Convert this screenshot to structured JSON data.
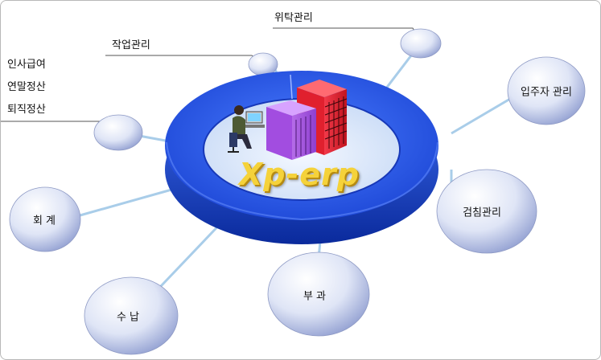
{
  "brand": "Xp-erp",
  "callouts": {
    "task": "작업관리",
    "consign": "위탁관리",
    "hr_lines": [
      "인사급여",
      "연말정산",
      "퇴직정산"
    ]
  },
  "nodes": {
    "resident": "입주자 관리",
    "meter": "검침관리",
    "billing": "부 과",
    "payment": "수 납",
    "accounting": "회 계"
  },
  "colors": {
    "platform_blue": "#1f4fe0",
    "node_light": "#eef1fb",
    "node_dark": "#9aa7d6",
    "connector": "#a9cde9"
  }
}
